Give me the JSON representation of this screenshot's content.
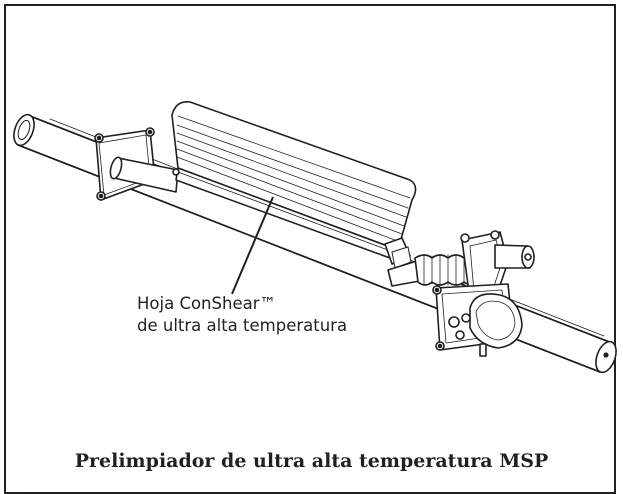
{
  "figure": {
    "callout_line1": "Hoja ConShear™",
    "callout_line2": "de ultra alta temperatura",
    "caption": "Prelimpiador de ultra alta temperatura MSP"
  }
}
